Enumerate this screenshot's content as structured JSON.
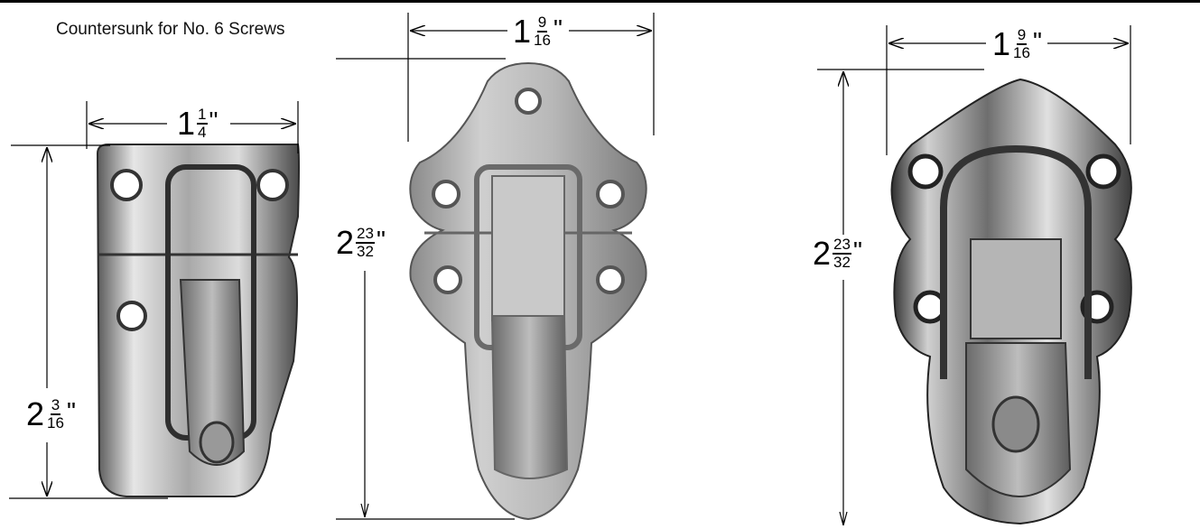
{
  "note": "Countersunk for No. 6 Screws",
  "colors": {
    "line": "#000000",
    "metal_light": "#d9d9d9",
    "metal_mid": "#9a9a9a",
    "metal_dark": "#3c3c3c"
  },
  "latches": [
    {
      "id": "small",
      "width": {
        "whole": "1",
        "num": "1",
        "den": "4",
        "unit": "\""
      },
      "height": {
        "whole": "2",
        "num": "3",
        "den": "16",
        "unit": "\""
      }
    },
    {
      "id": "medium",
      "width": {
        "whole": "1",
        "num": "9",
        "den": "16",
        "unit": "\""
      },
      "height": {
        "whole": "2",
        "num": "23",
        "den": "32",
        "unit": "\""
      }
    },
    {
      "id": "large",
      "width": {
        "whole": "1",
        "num": "9",
        "den": "16",
        "unit": "\""
      },
      "height": {
        "whole": "2",
        "num": "23",
        "den": "32",
        "unit": "\""
      }
    }
  ]
}
